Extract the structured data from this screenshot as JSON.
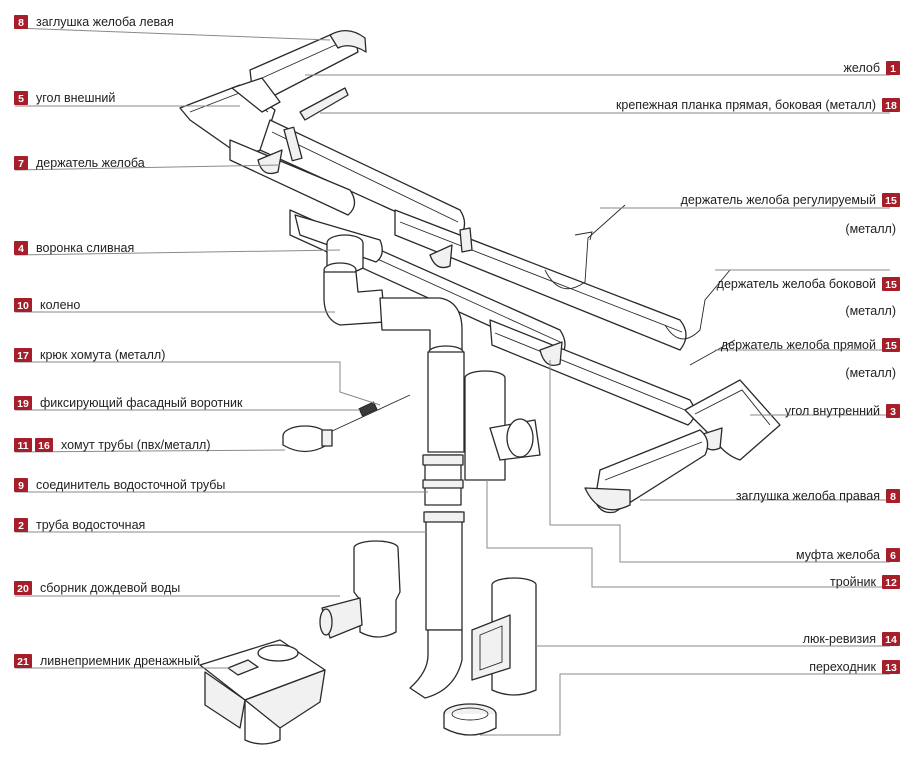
{
  "callouts": [
    {
      "id": "c8a",
      "side": "left",
      "nums": [
        "8"
      ],
      "text": "заглушка желоба левая"
    },
    {
      "id": "c5",
      "side": "left",
      "nums": [
        "5"
      ],
      "text": "угол внешний"
    },
    {
      "id": "c7",
      "side": "left",
      "nums": [
        "7"
      ],
      "text": "держатель желоба"
    },
    {
      "id": "c4",
      "side": "left",
      "nums": [
        "4"
      ],
      "text": "воронка сливная"
    },
    {
      "id": "c10",
      "side": "left",
      "nums": [
        "10"
      ],
      "text": "колено"
    },
    {
      "id": "c17",
      "side": "left",
      "nums": [
        "17"
      ],
      "text": "крюк хомута (металл)"
    },
    {
      "id": "c19",
      "side": "left",
      "nums": [
        "19"
      ],
      "text": "фиксирующий фасадный воротник"
    },
    {
      "id": "c1116",
      "side": "left",
      "nums": [
        "11",
        "16"
      ],
      "text": "хомут трубы (пвх/металл)"
    },
    {
      "id": "c9",
      "side": "left",
      "nums": [
        "9"
      ],
      "text": "соединитель водосточной трубы"
    },
    {
      "id": "c2",
      "side": "left",
      "nums": [
        "2"
      ],
      "text": "труба водосточная"
    },
    {
      "id": "c20",
      "side": "left",
      "nums": [
        "20"
      ],
      "text": "сборник дождевой воды"
    },
    {
      "id": "c21",
      "side": "left",
      "nums": [
        "21"
      ],
      "text": "ливнеприемник дренажный"
    },
    {
      "id": "c1",
      "side": "right",
      "nums": [
        "1"
      ],
      "text": "желоб"
    },
    {
      "id": "c18",
      "side": "right",
      "nums": [
        "18"
      ],
      "text": "крепежная планка прямая, боковая (металл)"
    },
    {
      "id": "c15a",
      "side": "right",
      "nums": [
        "15"
      ],
      "text": "держатель желоба регулируемый",
      "sub": "(металл)"
    },
    {
      "id": "c15b",
      "side": "right",
      "nums": [
        "15"
      ],
      "text": "держатель желоба боковой",
      "sub": "(металл)"
    },
    {
      "id": "c15c",
      "side": "right",
      "nums": [
        "15"
      ],
      "text": "держатель желоба прямой",
      "sub": "(металл)"
    },
    {
      "id": "c3",
      "side": "right",
      "nums": [
        "3"
      ],
      "text": "угол внутренний"
    },
    {
      "id": "c8b",
      "side": "right",
      "nums": [
        "8"
      ],
      "text": "заглушка желоба правая"
    },
    {
      "id": "c6",
      "side": "right",
      "nums": [
        "6"
      ],
      "text": "муфта желоба"
    },
    {
      "id": "c12",
      "side": "right",
      "nums": [
        "12"
      ],
      "text": "тройник"
    },
    {
      "id": "c14",
      "side": "right",
      "nums": [
        "14"
      ],
      "text": "люк-ревизия"
    },
    {
      "id": "c13",
      "side": "right",
      "nums": [
        "13"
      ],
      "text": "переходник"
    }
  ],
  "colors": {
    "badge": "#a51e2a",
    "line": "#8a8a8a",
    "outline": "#2a2a2a"
  }
}
